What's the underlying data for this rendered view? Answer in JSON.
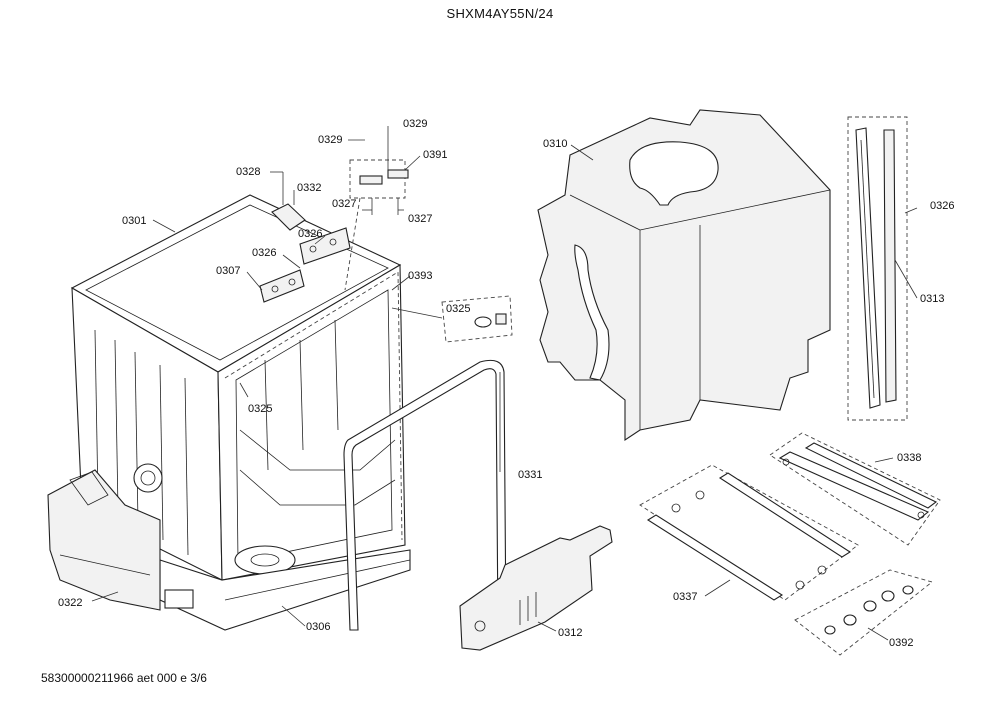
{
  "header": {
    "model": "SHXM4AY55N/24"
  },
  "footer": {
    "doc_ref": "58300000211966 aet 000 e 3/6"
  },
  "part_labels": {
    "p0301": "0301",
    "p0306": "0306",
    "p0307": "0307",
    "p0310": "0310",
    "p0312": "0312",
    "p0313": "0313",
    "p0322": "0322",
    "p0325a": "0325",
    "p0325b": "0325",
    "p0326a": "0326",
    "p0326b": "0326",
    "p0326c": "0326",
    "p0327a": "0327",
    "p0327b": "0327",
    "p0328": "0328",
    "p0329a": "0329",
    "p0329b": "0329",
    "p0331": "0331",
    "p0332": "0332",
    "p0337": "0337",
    "p0338": "0338",
    "p0391": "0391",
    "p0392": "0392",
    "p0393": "0393"
  }
}
